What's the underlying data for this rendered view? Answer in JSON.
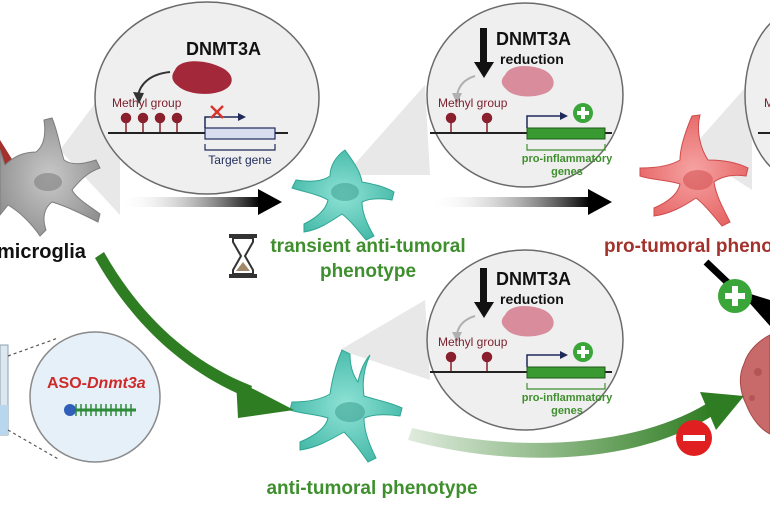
{
  "colors": {
    "green_text": "#3f8f2e",
    "red_text": "#a3322d",
    "enzyme": "#a3283a",
    "enzyme_faded": "#d98c9c",
    "gene_box": "#3a9a32",
    "target_box": "#d8dcef",
    "navy": "#1f2a5a",
    "microglia_grey": "#9c9c9c",
    "microglia_teal": "#4fc3b2",
    "microglia_red": "#ea6c6c",
    "arrow_green": "#2f7d22",
    "plus_green": "#3aa63a",
    "minus_red": "#e02020"
  },
  "labels": {
    "microglia": "microglia",
    "transient_line1": "transient anti-tumoral",
    "transient_line2": "phenotype",
    "pro_tumoral": "pro-tumoral pheno",
    "anti_tumoral": "anti-tumoral phenotype",
    "aso_prefix": "ASO-",
    "aso_gene": "Dnmt3a"
  },
  "bubble1": {
    "enzyme": "DNMT3A",
    "methyl": "Methyl group",
    "target": "Target gene"
  },
  "bubble2": {
    "enzyme": "DNMT3A",
    "reduction": "reduction",
    "methyl": "Methyl group",
    "genes_line1": "pro-inflammatory",
    "genes_line2": "genes"
  },
  "bubble3": {
    "enzyme": "DNMT3A",
    "reduction": "reduction",
    "methyl": "Methyl group",
    "genes_line1": "pro-inflammatory",
    "genes_line2": "genes"
  },
  "bubble4": {
    "methyl_partial": "M"
  },
  "icons": [
    "hourglass-icon",
    "plus-icon",
    "minus-icon",
    "cross-icon",
    "down-arrow-icon"
  ]
}
